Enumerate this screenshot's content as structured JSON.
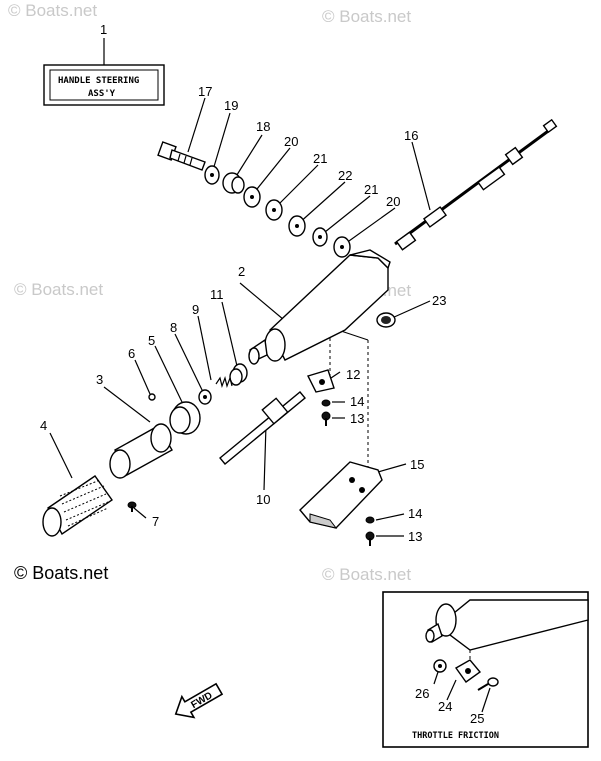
{
  "watermark": "© Boats.net",
  "title_box": {
    "line1": "HANDLE STEERING",
    "line2": "ASS'Y",
    "callout": "1"
  },
  "callouts": {
    "c2": "2",
    "c3": "3",
    "c4": "4",
    "c5": "5",
    "c6": "6",
    "c7": "7",
    "c8": "8",
    "c9": "9",
    "c10": "10",
    "c11": "11",
    "c12": "12",
    "c13a": "13",
    "c13b": "13",
    "c14a": "14",
    "c14b": "14",
    "c15": "15",
    "c16": "16",
    "c17": "17",
    "c18": "18",
    "c19": "19",
    "c20a": "20",
    "c20b": "20",
    "c21a": "21",
    "c21b": "21",
    "c22": "22",
    "c23": "23",
    "c24": "24",
    "c25": "25",
    "c26": "26"
  },
  "fwd_label": "FWD",
  "inset_label": "THROTTLE FRICTION"
}
